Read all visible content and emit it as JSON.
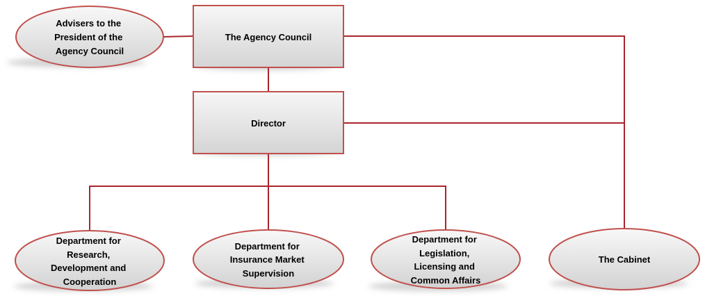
{
  "diagram": {
    "nodes": {
      "advisers": {
        "lines": [
          "Advisers to the",
          "President of the",
          "Agency Council"
        ]
      },
      "council": {
        "lines": [
          "The Agency Council"
        ]
      },
      "director": {
        "lines": [
          "Director"
        ]
      },
      "research": {
        "lines": [
          "Department for",
          "Research,",
          "Development and",
          "Cooperation"
        ]
      },
      "insurance": {
        "lines": [
          "Department for",
          "Insurance Market",
          "Supervision"
        ]
      },
      "legislation": {
        "lines": [
          "Department for",
          "Legislation,",
          "Licensing and",
          "Common Affairs"
        ]
      },
      "cabinet": {
        "lines": [
          "The Cabinet"
        ]
      }
    },
    "colors": {
      "connector": "#a8262c",
      "border": "#c0504d",
      "fill_light": "#f5f5f5",
      "fill_dark": "#d6d6d6",
      "shadow": "#cfcfcf"
    }
  }
}
